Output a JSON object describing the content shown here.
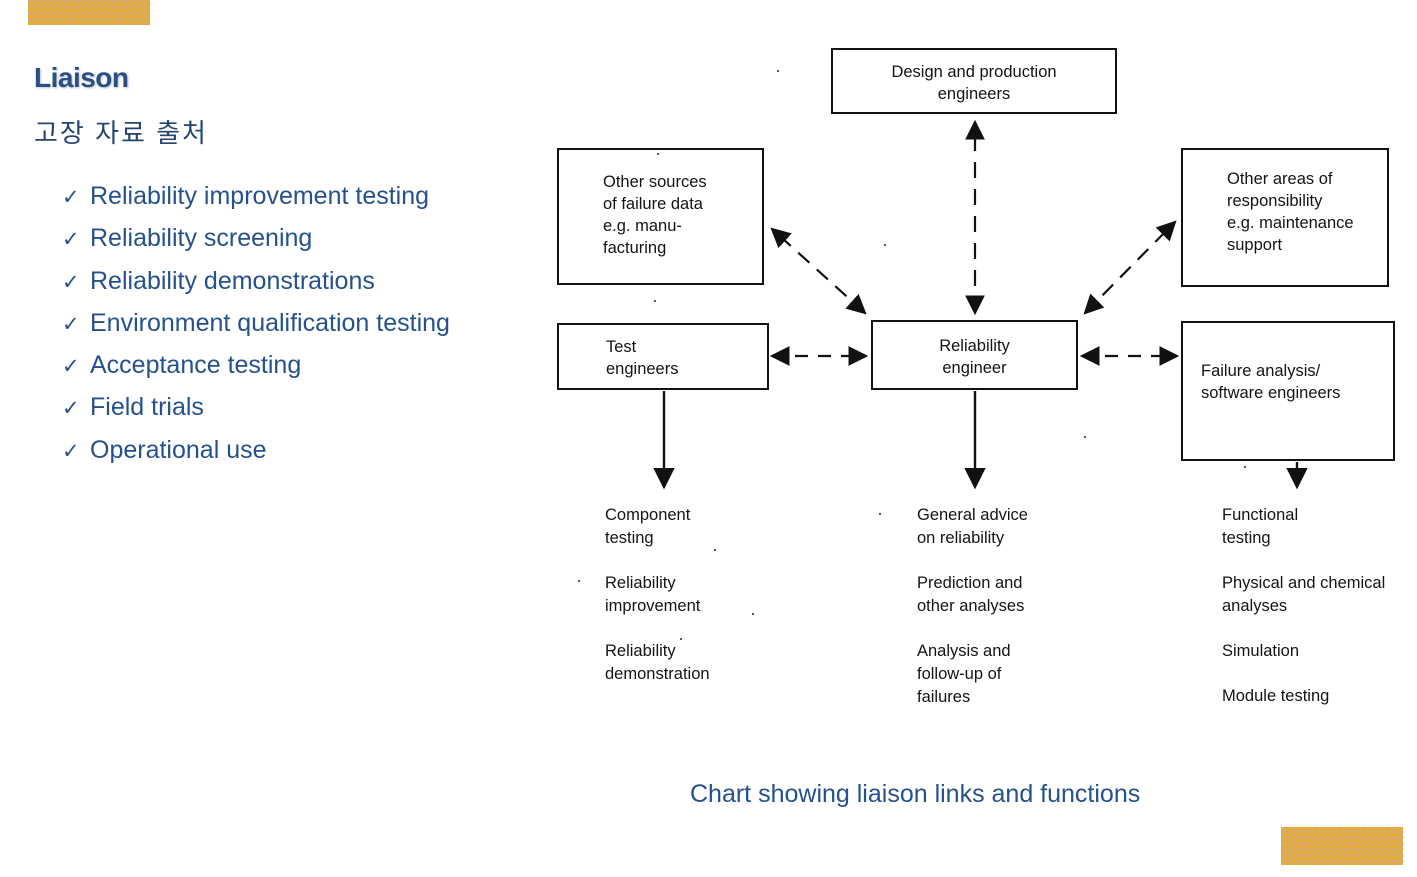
{
  "slide": {
    "title": "Liaison",
    "subtitle": "고장 자료 출처",
    "accent_color": "#25518c",
    "deco_color": "#f5a623",
    "bullet_icon": "check-icon",
    "bullets": [
      "Reliability improvement testing",
      "Reliability screening",
      "Reliability demonstrations",
      "Environment qualification testing",
      "Acceptance testing",
      "Field trials",
      "Operational use"
    ]
  },
  "chart_data": {
    "type": "diagram",
    "title": "Chart showing liaison links and functions",
    "nodes": [
      {
        "id": "design",
        "label": "Design and production\nengineers"
      },
      {
        "id": "other_sources",
        "label": "Other sources\nof failure data\ne.g. manu-\nfacturing"
      },
      {
        "id": "other_areas",
        "label": "Other areas of\nresponsibility\ne.g. maintenance\nsupport"
      },
      {
        "id": "test_eng",
        "label": "Test\nengineers"
      },
      {
        "id": "rel_eng",
        "label": "Reliability\nengineer"
      },
      {
        "id": "failure",
        "label": "Failure analysis/\nsoftware engineers"
      }
    ],
    "edges": [
      {
        "from": "rel_eng",
        "to": "design",
        "style": "dashed",
        "arrows": "both"
      },
      {
        "from": "rel_eng",
        "to": "other_sources",
        "style": "dashed",
        "arrows": "both"
      },
      {
        "from": "rel_eng",
        "to": "other_areas",
        "style": "dashed",
        "arrows": "both"
      },
      {
        "from": "test_eng",
        "to": "rel_eng",
        "style": "dashed",
        "arrows": "both"
      },
      {
        "from": "rel_eng",
        "to": "failure",
        "style": "dashed",
        "arrows": "both"
      },
      {
        "from": "test_eng",
        "to": "outputs_1",
        "style": "solid",
        "arrows": "to"
      },
      {
        "from": "rel_eng",
        "to": "outputs_2",
        "style": "solid",
        "arrows": "to"
      },
      {
        "from": "failure",
        "to": "outputs_3",
        "style": "solid",
        "arrows": "to"
      }
    ],
    "outputs": {
      "column_1": [
        "Component\ntesting",
        "Reliability\nimprovement",
        "Reliability\ndemonstration"
      ],
      "column_2": [
        "General advice\non reliability",
        "Prediction and\nother analyses",
        "Analysis and\nfollow-up of\nfailures"
      ],
      "column_3": [
        "Functional\ntesting",
        "Physical and chemical\nanalyses",
        "Simulation",
        "Module testing"
      ]
    }
  }
}
